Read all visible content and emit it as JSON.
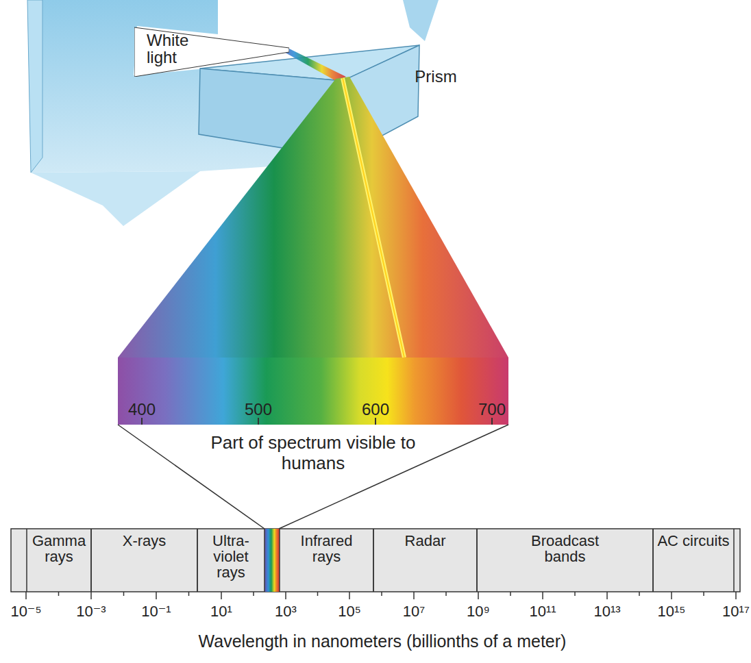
{
  "diagram": {
    "nodes": [
      {
        "text": [
          "White light"
        ]
      },
      {
        "text": [
          "Gamma rays"
        ]
      },
      {
        "text": [
          "X-rays"
        ]
      },
      {
        "text": [
          "Ultra-violet rays"
        ]
      },
      {
        "text": [
          "Infrared rays"
        ]
      },
      {
        "text": [
          "Radar"
        ]
      },
      {
        "text": [
          "Broadcast bands"
        ]
      },
      {
        "text": [
          "AC circuits"
        ]
      }
    ],
    "edges": [],
    "labels": [
      "Prism",
      "400",
      "500",
      "600",
      "700",
      "Part of spectrum visible to humans",
      "10⁻⁵",
      "10⁻³",
      "10⁻¹",
      "10¹",
      "10³",
      "10⁵",
      "10⁷",
      "10⁹",
      "10¹¹",
      "10¹³",
      "10¹⁵",
      "10¹⁷",
      "Wavelength in nanometers (billionths of a meter)"
    ]
  }
}
